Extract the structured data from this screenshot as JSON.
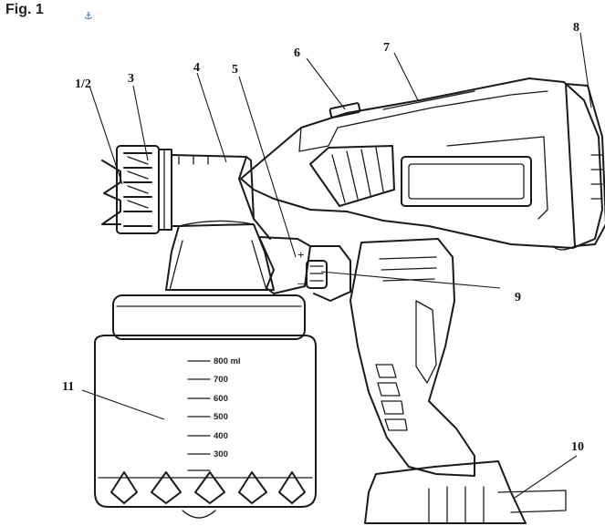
{
  "figure": {
    "title": "Fig. 1",
    "anchor_symbol": "⚓"
  },
  "callouts": [
    {
      "id": "1-2",
      "label": "1/2"
    },
    {
      "id": "3",
      "label": "3"
    },
    {
      "id": "4",
      "label": "4"
    },
    {
      "id": "5",
      "label": "5"
    },
    {
      "id": "6",
      "label": "6"
    },
    {
      "id": "7",
      "label": "7"
    },
    {
      "id": "8",
      "label": "8"
    },
    {
      "id": "9",
      "label": "9"
    },
    {
      "id": "10",
      "label": "10"
    },
    {
      "id": "11",
      "label": "11"
    }
  ],
  "container_scale": {
    "marks": [
      "800 ml",
      "700",
      "600",
      "500",
      "400",
      "300"
    ]
  },
  "trigger_symbols": {
    "plus": "+",
    "minus": "—"
  }
}
